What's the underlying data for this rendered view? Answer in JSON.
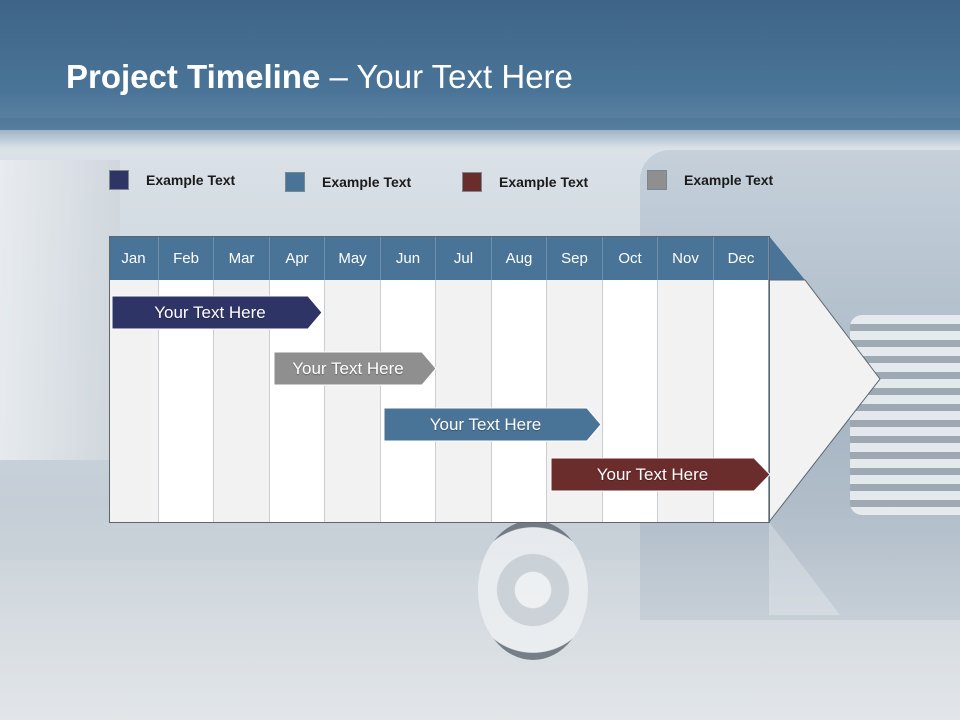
{
  "title": {
    "bold": "Project Timeline",
    "rest": " – Your Text Here"
  },
  "legend": [
    {
      "label": "Example Text",
      "color": "#2e3466"
    },
    {
      "label": "Example Text",
      "color": "#4a7497"
    },
    {
      "label": "Example Text",
      "color": "#6b2c2c"
    },
    {
      "label": "Example Text",
      "color": "#8f8f8f"
    }
  ],
  "months": [
    "Jan",
    "Feb",
    "Mar",
    "Apr",
    "May",
    "Jun",
    "Jul",
    "Aug",
    "Sep",
    "Oct",
    "Nov",
    "Dec"
  ],
  "tasks": [
    {
      "label": "Your  Text Here",
      "color": "#2e3466"
    },
    {
      "label": "Your  Text Here",
      "color": "#8f8f8f"
    },
    {
      "label": "Your  Text Here",
      "color": "#4a7497"
    },
    {
      "label": "Your  Text Here",
      "color": "#6b2c2c"
    }
  ],
  "colors": {
    "header": "#4a7497",
    "title_band": "#3e6588"
  }
}
